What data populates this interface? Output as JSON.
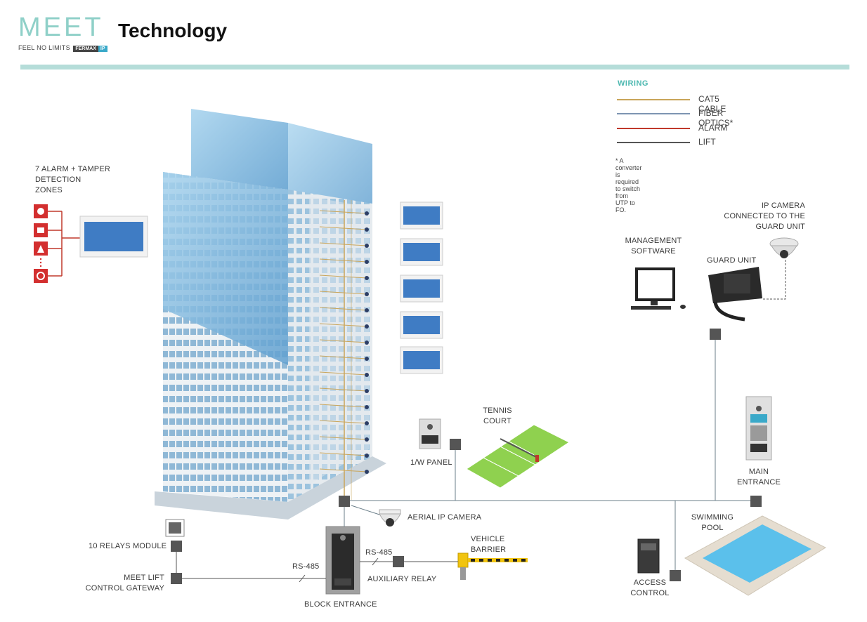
{
  "header": {
    "logo_text": "MEET",
    "logo_tagline": "FEEL NO LIMITS",
    "logo_brand": "FERMAX",
    "logo_ip": "IP",
    "title": "Technology"
  },
  "legend": {
    "title": "WIRING",
    "items": [
      {
        "label": "CAT5 CABLE",
        "color": "#c9a55a"
      },
      {
        "label": "FIBER OPTICS*",
        "color": "#7d95b2"
      },
      {
        "label": "ALARM",
        "color": "#c0392b"
      },
      {
        "label": "LIFT",
        "color": "#555555"
      }
    ],
    "note": "* A converter is required to switch from UTP to FO."
  },
  "labels": {
    "alarm_zones": "7 ALARM + TAMPER\nDETECTION\nZONES",
    "ip_camera_guard": "IP CAMERA\nCONNECTED TO THE\nGUARD UNIT",
    "management_software": "MANAGEMENT\nSOFTWARE",
    "guard_unit": "GUARD UNIT",
    "tennis_court": "TENNIS\nCOURT",
    "one_w_panel": "1/W PANEL",
    "main_entrance": "MAIN\nENTRANCE",
    "aerial_ip_camera": "AERIAL IP CAMERA",
    "swimming_pool": "SWIMMING\nPOOL",
    "relays_module": "10 RELAYS MODULE",
    "rs485_left": "RS-485",
    "rs485_right": "RS-485",
    "vehicle_barrier": "VEHICLE\nBARRIER",
    "lift_gateway": "MEET  LIFT\nCONTROL GATEWAY",
    "auxiliary_relay": "AUXILIARY RELAY",
    "block_entrance": "BLOCK ENTRANCE",
    "access_control": "ACCESS\nCONTROL"
  },
  "colors": {
    "accent": "#4cb8b0",
    "header_bar": "#b5ddd9",
    "alarm_red": "#d32f2f",
    "tennis_green": "#8fd14f",
    "pool_blue": "#5bc0eb",
    "glass_blue": "#7fb6d9"
  }
}
